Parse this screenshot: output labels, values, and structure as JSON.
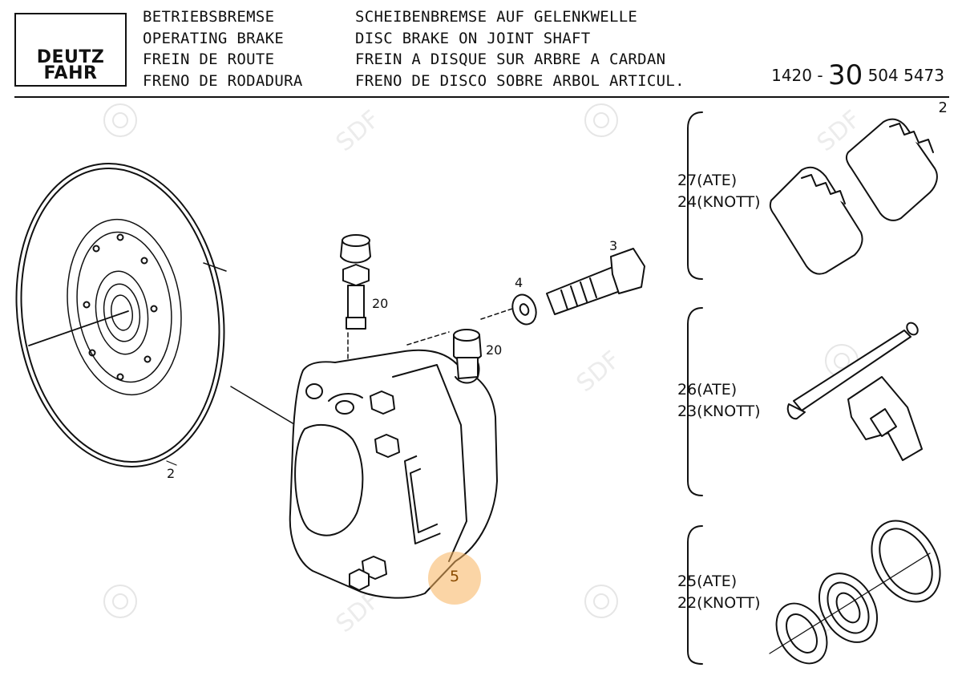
{
  "header": {
    "logo_line1": "DEUTZ",
    "logo_line2": "FAHR",
    "group_titles": [
      "BETRIEBSBREMSE",
      "OPERATING BRAKE",
      "FREIN DE ROUTE",
      "FRENO DE RODADURA"
    ],
    "part_titles": [
      "SCHEIBENBREMSE AUF GELENKWELLE",
      "DISC BRAKE ON JOINT SHAFT",
      "FREIN A DISQUE SUR ARBRE A CARDAN",
      "FRENO DE DISCO SOBRE ARBOL ARTICUL."
    ],
    "part_number_prefix": "1420 -",
    "part_number_group": "30",
    "part_number_suffix": "504 5473",
    "page_number": "2"
  },
  "callouts": {
    "disc": "2",
    "bolt": "3",
    "washer": "4",
    "pin_top": "20",
    "pin_right": "20",
    "hotspot": "5"
  },
  "kits": [
    {
      "line1": "27(ATE)",
      "line2": "24(KNOTT)"
    },
    {
      "line1": "26(ATE)",
      "line2": "23(KNOTT)"
    },
    {
      "line1": "25(ATE)",
      "line2": "22(KNOTT)"
    }
  ],
  "watermark": "SDF",
  "colors": {
    "hotspot": "#f7b25c",
    "ink": "#111111"
  }
}
